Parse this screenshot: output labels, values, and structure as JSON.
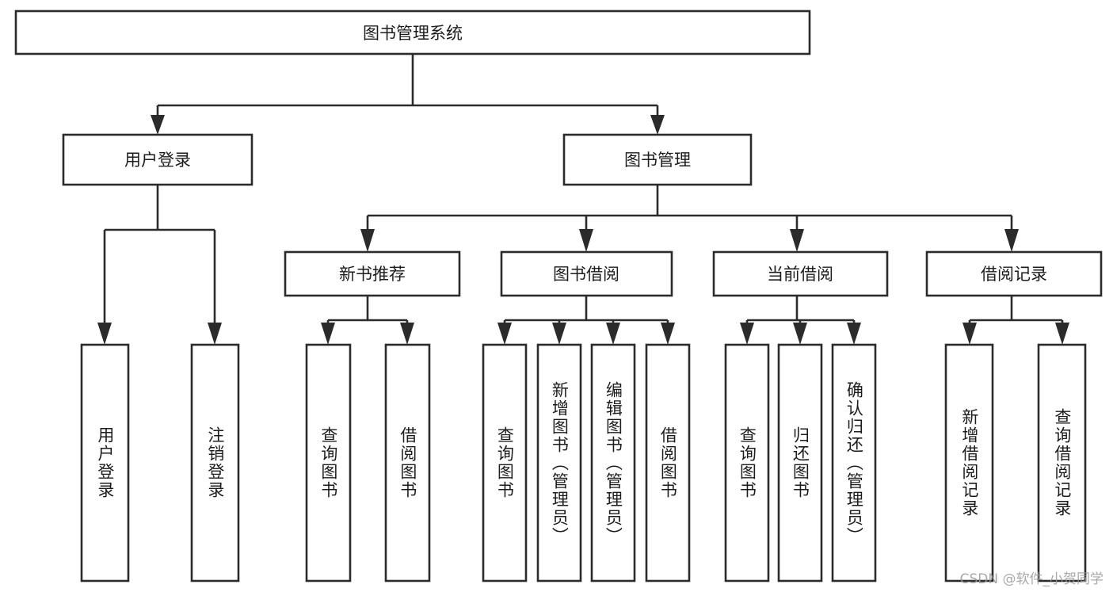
{
  "diagram": {
    "title": "图书管理系统",
    "type": "tree-hierarchy-diagram",
    "colors": {
      "box_stroke": "#2b2b2b",
      "box_fill": "#ffffff",
      "text": "#1c1c1c",
      "background": "#ffffff",
      "watermark": "#9a9a9a"
    },
    "root": {
      "label": "图书管理系统"
    },
    "level2": [
      {
        "label": "用户登录"
      },
      {
        "label": "图书管理"
      }
    ],
    "level3": [
      {
        "label": "新书推荐"
      },
      {
        "label": "图书借阅"
      },
      {
        "label": "当前借阅"
      },
      {
        "label": "借阅记录"
      }
    ],
    "leaves": {
      "user_login": [
        {
          "label": "用户登录"
        },
        {
          "label": "注销登录"
        }
      ],
      "new_book_recommend": [
        {
          "label": "查询图书"
        },
        {
          "label": "借阅图书"
        }
      ],
      "book_borrow": [
        {
          "label": "查询图书"
        },
        {
          "label": "新增图书（管理员）"
        },
        {
          "label": "编辑图书（管理员）"
        },
        {
          "label": "借阅图书"
        }
      ],
      "current_borrow": [
        {
          "label": "查询图书"
        },
        {
          "label": "归还图书"
        },
        {
          "label": "确认归还（管理员）"
        }
      ],
      "borrow_record": [
        {
          "label": "新增借阅记录"
        },
        {
          "label": "查询借阅记录"
        }
      ]
    }
  },
  "watermark": {
    "text": "CSDN @软件_小贺同学"
  }
}
